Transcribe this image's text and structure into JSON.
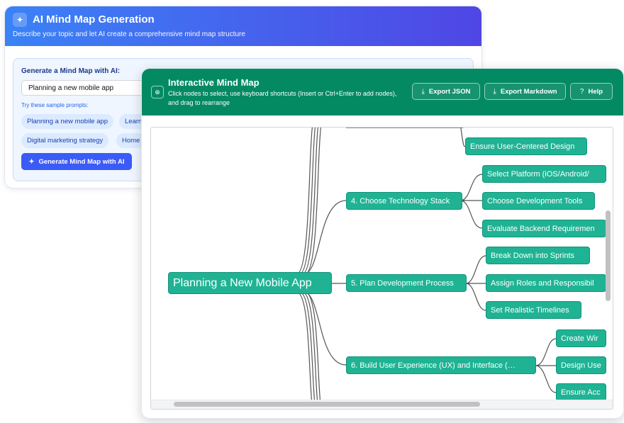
{
  "generator": {
    "title": "AI Mind Map Generation",
    "subtitle": "Describe your topic and let AI create a comprehensive mind map structure",
    "input_label": "Generate a Mind Map with AI:",
    "input_value": "Planning a new mobile app",
    "try_label": "Try these sample prompts:",
    "sample_prompts": [
      "Planning a new mobile app",
      "Learn",
      "Digital marketing strategy",
      "Home"
    ],
    "generate_button": "Generate Mind Map with AI",
    "header_color": "#4f46e5"
  },
  "mindmap": {
    "title": "Interactive Mind Map",
    "subtitle": "Click nodes to select, use keyboard shortcuts (Insert or Ctrl+Enter to add nodes), and drag to rearrange",
    "buttons": {
      "export_json": "Export JSON",
      "export_markdown": "Export Markdown",
      "help": "Help"
    },
    "header_color": "#048a63",
    "node_color": "#1fb394",
    "root": "Planning a New Mobile App",
    "branches": [
      {
        "label": "4. Choose Technology Stack",
        "children": [
          "Select Platform (iOS/Android/",
          "Choose Development Tools",
          "Evaluate Backend Requiremen"
        ]
      },
      {
        "label": "5. Plan Development Process",
        "children": [
          "Break Down into Sprints",
          "Assign Roles and Responsibil",
          "Set Realistic Timelines"
        ]
      },
      {
        "label": "6. Build User Experience (UX) and Interface (…",
        "children": [
          "Create Wir",
          "Design Use",
          "Ensure Acc"
        ]
      }
    ],
    "prev_child": "Ensure User-Centered Design"
  }
}
